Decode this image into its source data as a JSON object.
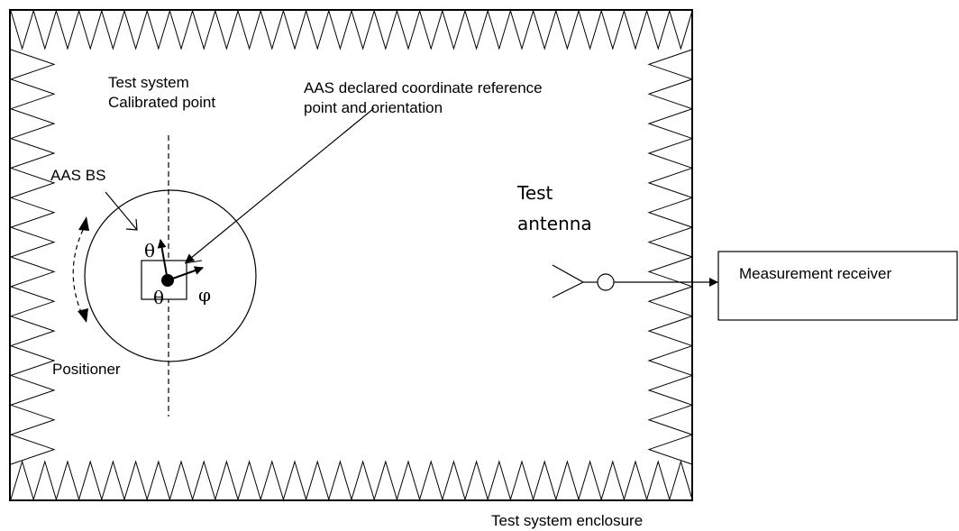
{
  "labels": {
    "test_system_calibrated_point": [
      "Test system",
      "Calibrated point"
    ],
    "aas_declared_reference": [
      "AAS declared coordinate reference",
      "point and orientation"
    ],
    "aas_bs": "AAS BS",
    "test_antenna": [
      "Test",
      "antenna"
    ],
    "measurement_receiver": "Measurement receiver",
    "positioner": "Positioner",
    "enclosure": "Test system enclosure",
    "theta_top": "θ",
    "theta_bottom": "θ",
    "phi": "φ"
  }
}
